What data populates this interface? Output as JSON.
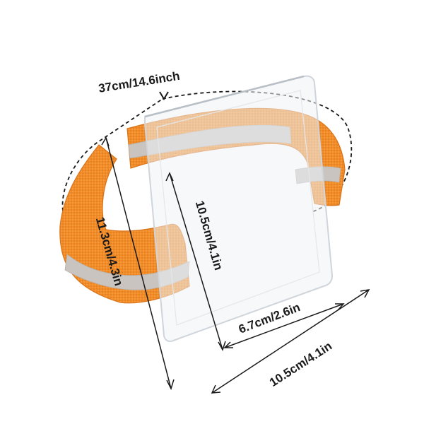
{
  "image": {
    "subject": "orange-reflective-armband-with-clear-badge-holder",
    "colors": {
      "band": "#f28c28",
      "band_dark": "#d9731a",
      "reflective_strip": "#c9c4bf",
      "pocket_edge": "#d8dde2",
      "dimension_line": "#1a1a1a"
    }
  },
  "dimensions": {
    "circumference": "37cm/14.6inch",
    "band_height": "11.3cm/4.3in",
    "pocket_height": "10.5cm/4.1in",
    "pocket_inner_width": "6.7cm/2.6in",
    "pocket_outer_width": "10.5cm/4.1in"
  }
}
